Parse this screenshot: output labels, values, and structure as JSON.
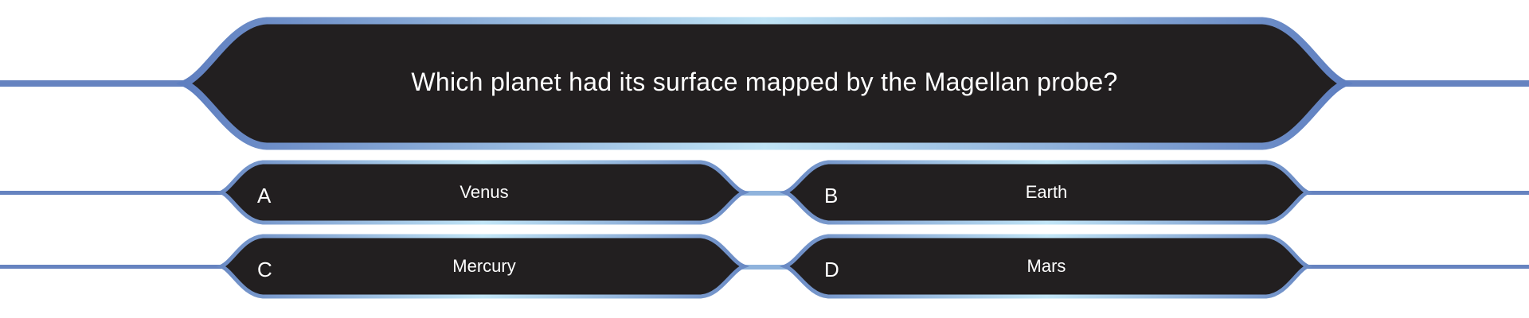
{
  "question": {
    "text": "Which planet had its surface mapped by the Magellan probe?"
  },
  "answers": [
    {
      "letter": "A",
      "text": "Venus"
    },
    {
      "letter": "B",
      "text": "Earth"
    },
    {
      "letter": "C",
      "text": "Mercury"
    },
    {
      "letter": "D",
      "text": "Mars"
    }
  ],
  "colors": {
    "panel_fill": "#221f20",
    "frame_blue": "#6a8ac4",
    "frame_highlight": "#bfe3f5",
    "line_blue": "#6683c0",
    "text": "#ffffff"
  }
}
